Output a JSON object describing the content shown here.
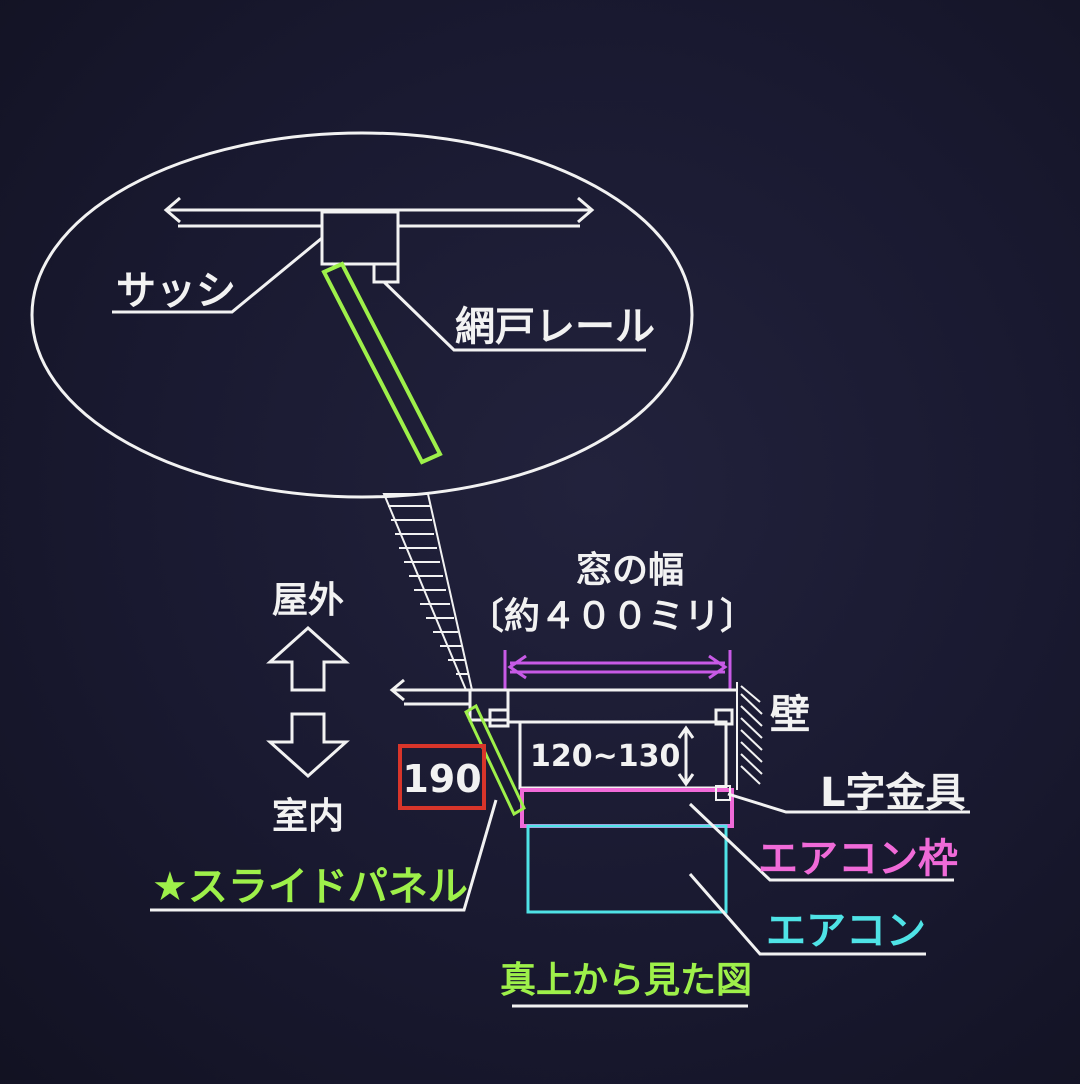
{
  "labels": {
    "sash": "サッシ",
    "screen_rail": "網戸レール",
    "window_width_title": "窓の幅",
    "window_width_value": "〔約４００ミリ〕",
    "outdoor": "屋外",
    "indoor": "室内",
    "wall": "壁",
    "gap_dimension": "120~130",
    "slide_depth": "190",
    "l_bracket": "L字金具",
    "aircon_frame": "エアコン枠",
    "aircon": "エアコン",
    "slide_panel": "★スライドパネル",
    "caption": "真上から見た図"
  },
  "icons": {
    "up": "arrow-up-icon",
    "down": "arrow-down-icon"
  },
  "colors": {
    "background": "#1b1b33",
    "line": "#f2f2f2",
    "panel_green": "#9ef04a",
    "width_magenta": "#c85ae6",
    "frame_pink": "#f06ad8",
    "aircon_cyan": "#4fe3e6",
    "highlight_red": "#d8352a"
  }
}
